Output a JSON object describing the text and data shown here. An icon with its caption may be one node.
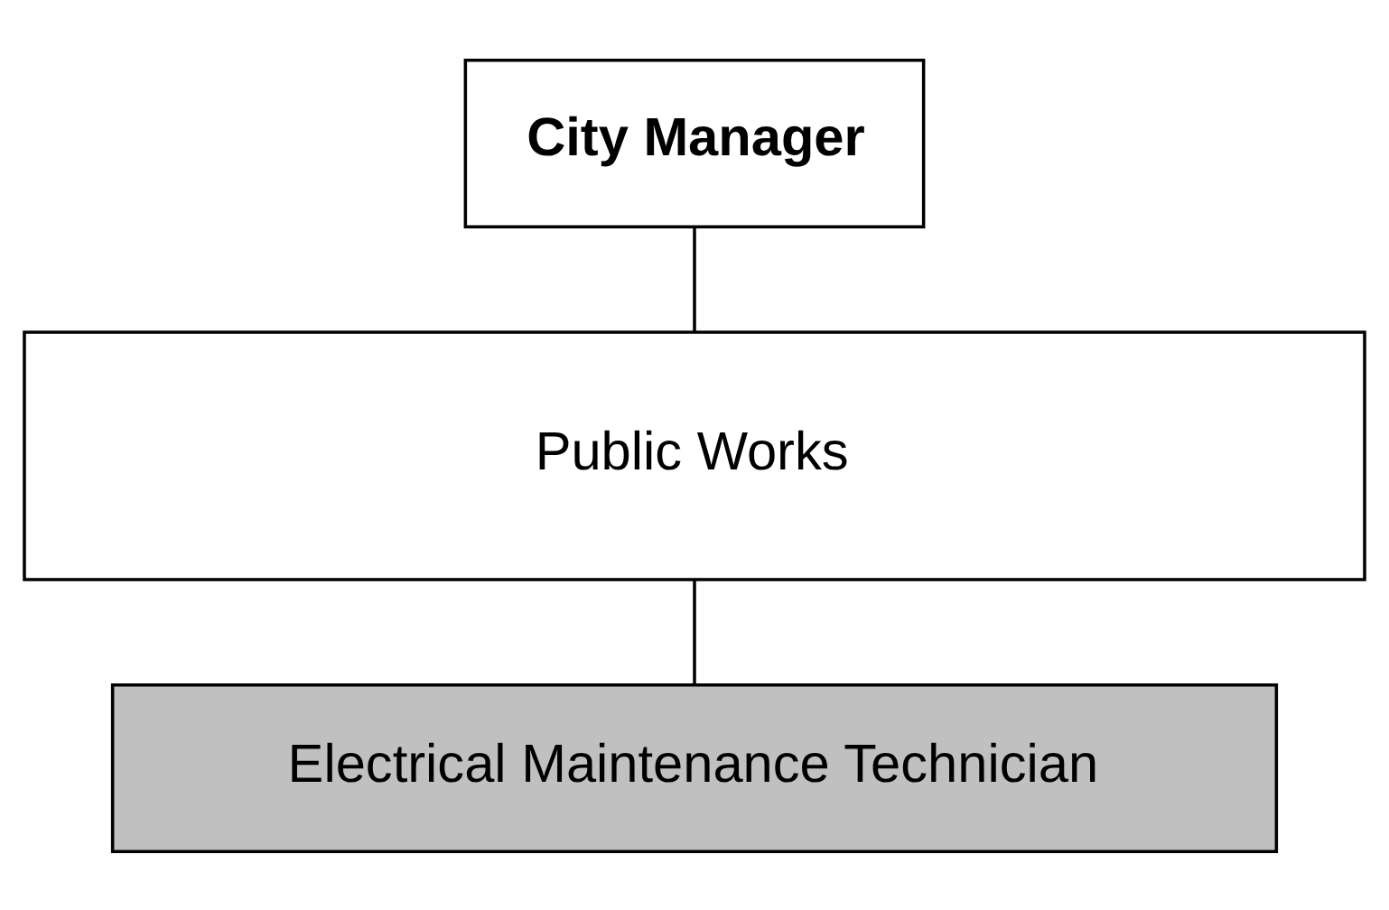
{
  "diagram": {
    "nodes": [
      {
        "text": [
          "City Manager"
        ]
      },
      {
        "text": [
          "Public Works"
        ]
      },
      {
        "text": [
          "Electrical Maintenance Technician"
        ]
      }
    ],
    "edges": [
      {
        "from": 0,
        "to": 1,
        "arrow": "none"
      },
      {
        "from": 1,
        "to": 2,
        "arrow": "none"
      }
    ]
  }
}
